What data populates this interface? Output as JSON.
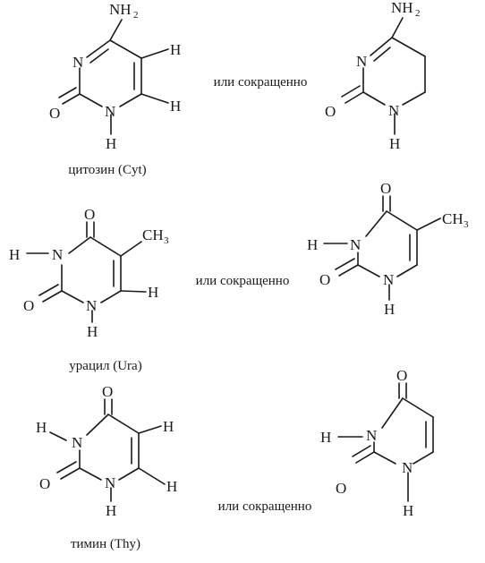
{
  "connector_text": "или сокращенно",
  "atoms": {
    "N": "N",
    "O": "O",
    "H": "H",
    "NH": "NH",
    "NH_sub": "2",
    "CH": "CH",
    "CH_sub": "3"
  },
  "molecules": [
    {
      "caption": "цитозин (Cyt)"
    },
    {
      "caption": "урацил (Ura)"
    },
    {
      "caption": "тимин (Thy)"
    }
  ]
}
